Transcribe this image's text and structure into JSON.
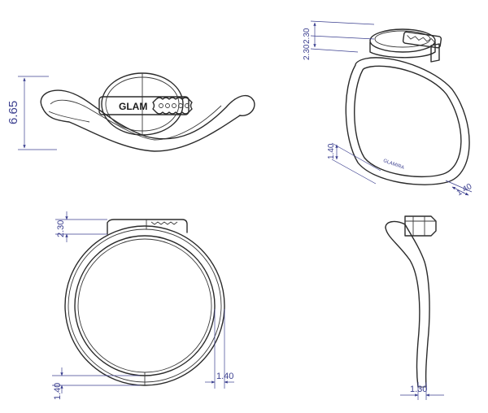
{
  "views": {
    "top": {
      "height_dim": "6.65",
      "logo_text": "GLAM"
    },
    "perspective": {
      "top_dims": [
        "2.30",
        "2.30"
      ],
      "side_dim": "1.40",
      "bottom_dim": "1.40",
      "shank_text": "GLAMIRA"
    },
    "front": {
      "top_dim": "2.30",
      "bottom_left_dim": "1.40",
      "bottom_right_dim": "1.40"
    },
    "side": {
      "bottom_dim": "1.30"
    }
  },
  "colors": {
    "outline": "#2b2b2b",
    "dimension": "#3b3f8f"
  }
}
